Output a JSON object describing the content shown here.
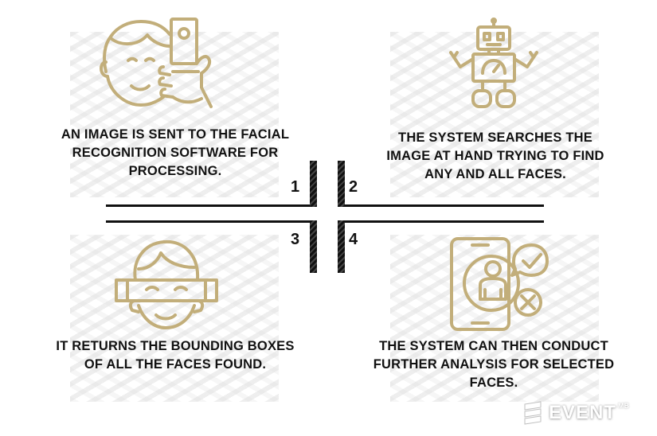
{
  "colors": {
    "accent": "#C2AE7A",
    "text": "#111111"
  },
  "steps": [
    {
      "number": "1",
      "icon": "face-photo-icon",
      "text": "AN IMAGE IS SENT TO THE FACIAL RECOGNITION SOFTWARE FOR PROCESSING."
    },
    {
      "number": "2",
      "icon": "robot-icon",
      "text": "THE SYSTEM SEARCHES THE IMAGE AT HAND TRYING TO FIND ANY AND ALL FACES."
    },
    {
      "number": "3",
      "icon": "face-bounding-box-icon",
      "text": "IT RETURNS THE BOUNDING BOXES OF ALL THE FACES FOUND."
    },
    {
      "number": "4",
      "icon": "phone-verification-icon",
      "text": "THE SYSTEM CAN THEN CONDUCT FURTHER ANALYSIS FOR SELECTED FACES."
    }
  ],
  "logo": {
    "word": "EVENT",
    "superscript": "MB"
  }
}
